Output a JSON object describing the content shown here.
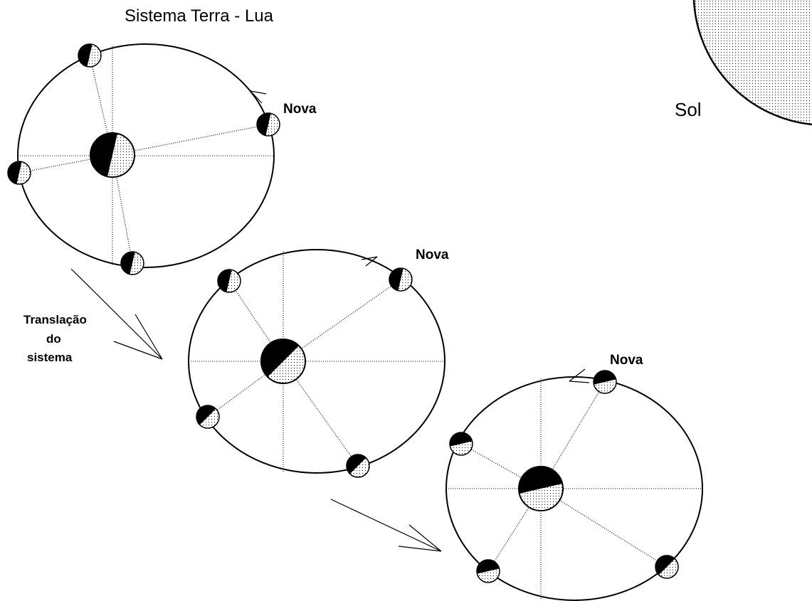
{
  "title": "Sistema Terra - Lua",
  "sun_label": "Sol",
  "new_moon_label": "Nova",
  "translation_label": {
    "line1": "Translação",
    "line2": "do",
    "line3": "sistema"
  },
  "colors": {
    "ink": "#000000",
    "background": "#ffffff",
    "dot_texture": "#000000"
  }
}
